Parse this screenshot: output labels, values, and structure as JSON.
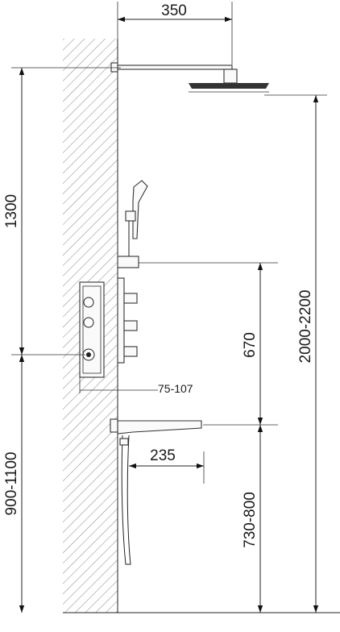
{
  "dimensions": {
    "top_width": "350",
    "left_upper": "1300",
    "left_lower": "900-1100",
    "mid_right": "670",
    "right_full": "2000-2200",
    "spout_projection": "235",
    "spout_height": "730-800",
    "wall_depth": "75-107"
  }
}
